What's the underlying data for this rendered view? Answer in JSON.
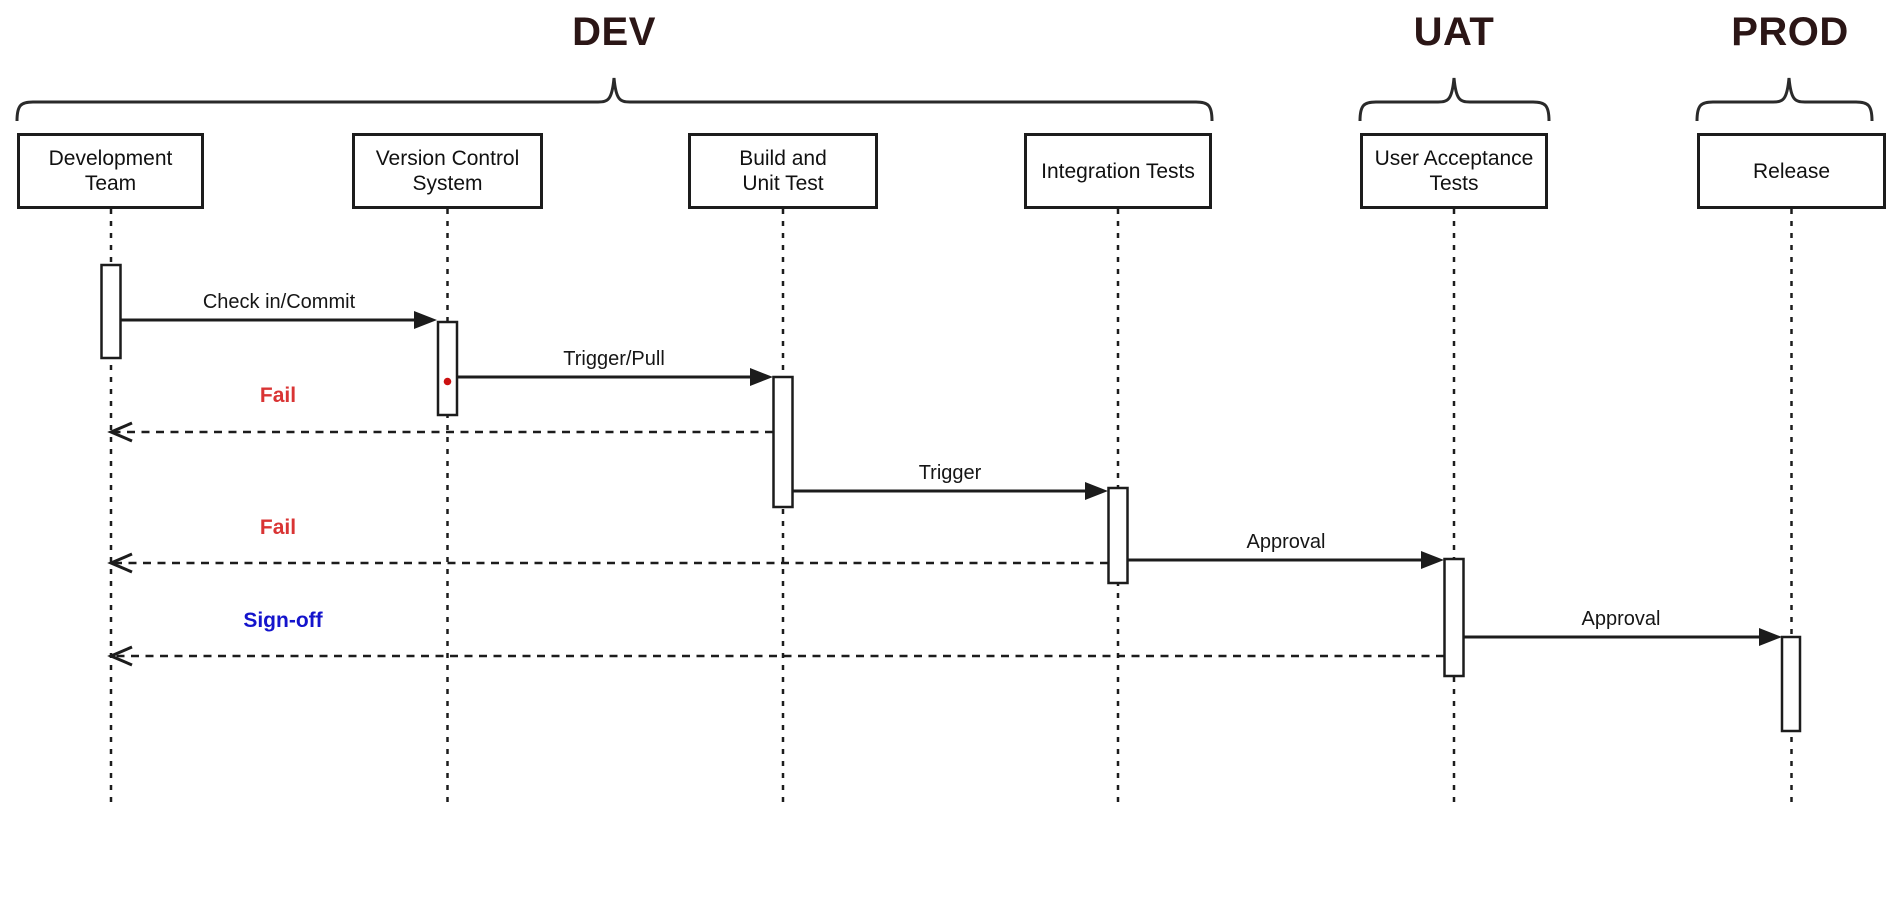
{
  "diagram": {
    "groups": [
      {
        "label": "DEV"
      },
      {
        "label": "UAT"
      },
      {
        "label": "PROD"
      }
    ],
    "participants": [
      {
        "name": "Development\nTeam"
      },
      {
        "name": "Version Control\nSystem"
      },
      {
        "name": "Build and\nUnit Test"
      },
      {
        "name": "Integration Tests"
      },
      {
        "name": "User Acceptance\nTests"
      },
      {
        "name": "Release"
      }
    ],
    "messages": [
      {
        "label": "Check in/Commit"
      },
      {
        "label": "Trigger/Pull"
      },
      {
        "label": "Trigger"
      },
      {
        "label": "Approval"
      },
      {
        "label": "Approval"
      }
    ],
    "returns": [
      {
        "label": "Fail",
        "color": "#d93434"
      },
      {
        "label": "Fail",
        "color": "#d93434"
      },
      {
        "label": "Sign-off",
        "color": "#1414cc"
      }
    ],
    "colors": {
      "line": "#1c1c1c",
      "group_label": "#2b1616",
      "fail_label": "#d93434",
      "signoff_label": "#1414cc",
      "red_dot": "#cc1111",
      "background": "#ffffff"
    }
  }
}
